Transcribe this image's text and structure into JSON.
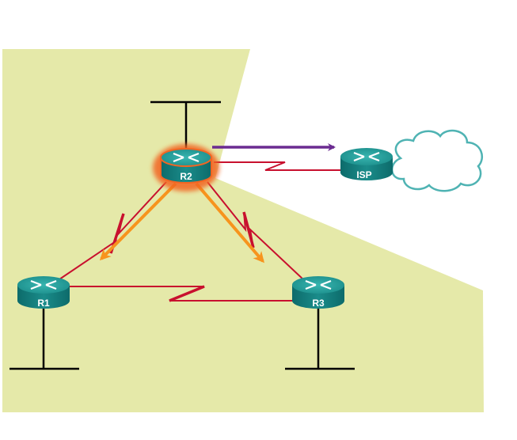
{
  "diagram": {
    "type": "network-topology",
    "routers": [
      {
        "id": "R1",
        "label": "R1",
        "highlighted": false
      },
      {
        "id": "R2",
        "label": "R2",
        "highlighted": true
      },
      {
        "id": "R3",
        "label": "R3",
        "highlighted": false
      },
      {
        "id": "ISP",
        "label": "ISP",
        "highlighted": false
      }
    ],
    "links": [
      {
        "from": "R2",
        "to": "R1",
        "kind": "serial"
      },
      {
        "from": "R2",
        "to": "R3",
        "kind": "serial"
      },
      {
        "from": "R1",
        "to": "R3",
        "kind": "serial"
      },
      {
        "from": "R2",
        "to": "ISP",
        "kind": "serial"
      }
    ],
    "arrows": [
      {
        "from": "R2",
        "to": "ISP",
        "color": "#6b2c91"
      },
      {
        "from": "R2",
        "to": "R1",
        "color": "#f7941d"
      },
      {
        "from": "R2",
        "to": "R3",
        "color": "#f7941d"
      }
    ],
    "lans": [
      "R1",
      "R2",
      "R3"
    ],
    "cloud": {
      "attached_to": "ISP",
      "label": ""
    },
    "colors": {
      "area_fill": "#e5e9a9",
      "serial_link": "#c8102e",
      "router_body": "#137b7b",
      "router_top": "#2aa3a0",
      "highlight": "#f26522",
      "cloud_stroke": "#4fb3b3",
      "default_route_arrow": "#6b2c91",
      "propagation_arrow": "#f7941d"
    }
  }
}
